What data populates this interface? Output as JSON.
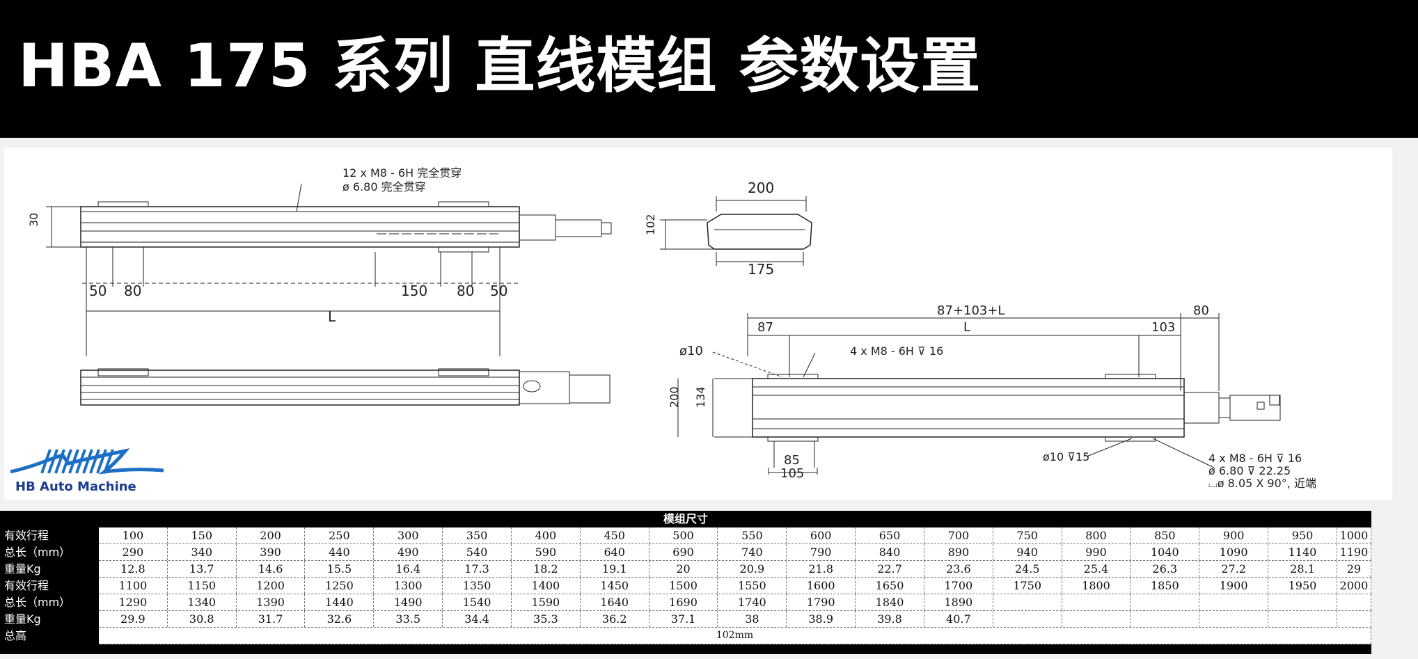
{
  "title": "HBA 175 系列 直线模组 参数设置",
  "drawing": {
    "top_view": {
      "note_line1": "12 x  M8 - 6H 完全贯穿",
      "note_line2": "ø 6.80 完全贯穿",
      "dim_height": "30",
      "dim_bottom": [
        "50",
        "80",
        "150",
        "80",
        "50"
      ],
      "dim_length": "L"
    },
    "end_view": {
      "dim_top": "200",
      "dim_height": "102",
      "dim_bottom": "175"
    },
    "detail_view": {
      "dim_total": "87+103+L",
      "dim_motor": "80",
      "dim_left": "87",
      "dim_L": "L",
      "dim_right": "103",
      "hole_left": "ø10",
      "holes_top": "4 x  M8 - 6H ⊽ 16",
      "dim_h1": "200",
      "dim_h2": "134",
      "dim_85": "85",
      "dim_105": "105",
      "hole_bottom": "ø10 ⊽15",
      "note_r1": "4 x  M8 - 6H ⊽ 16",
      "note_r2": "ø 6.80 ⊽ 22.25",
      "note_r3": "⌴ø 8.05 X 90°, 近端"
    }
  },
  "logo": {
    "text": "HB Auto Machine",
    "color": "#1b6fc4"
  },
  "table": {
    "title": "模组尺寸",
    "labels": [
      "有效行程",
      "总长（mm）",
      "重量Kg",
      "有效行程",
      "总长（mm）",
      "重量Kg",
      "总高"
    ],
    "rows": [
      [
        "100",
        "150",
        "200",
        "250",
        "300",
        "350",
        "400",
        "450",
        "500",
        "550",
        "600",
        "650",
        "700",
        "750",
        "800",
        "850",
        "900",
        "950",
        "1000"
      ],
      [
        "290",
        "340",
        "390",
        "440",
        "490",
        "540",
        "590",
        "640",
        "690",
        "740",
        "790",
        "840",
        "890",
        "940",
        "990",
        "1040",
        "1090",
        "1140",
        "1190"
      ],
      [
        "12.8",
        "13.7",
        "14.6",
        "15.5",
        "16.4",
        "17.3",
        "18.2",
        "19.1",
        "20",
        "20.9",
        "21.8",
        "22.7",
        "23.6",
        "24.5",
        "25.4",
        "26.3",
        "27.2",
        "28.1",
        "29"
      ],
      [
        "1100",
        "1150",
        "1200",
        "1250",
        "1300",
        "1350",
        "1400",
        "1450",
        "1500",
        "1550",
        "1600",
        "1650",
        "1700",
        "1750",
        "1800",
        "1850",
        "1900",
        "1950",
        "2000"
      ],
      [
        "1290",
        "1340",
        "1390",
        "1440",
        "1490",
        "1540",
        "1590",
        "1640",
        "1690",
        "1740",
        "1790",
        "1840",
        "1890",
        "",
        "",
        "",
        "",
        "",
        ""
      ],
      [
        "29.9",
        "30.8",
        "31.7",
        "32.6",
        "33.5",
        "34.4",
        "35.3",
        "36.2",
        "37.1",
        "38",
        "38.9",
        "39.8",
        "40.7",
        "",
        "",
        "",
        "",
        "",
        ""
      ]
    ],
    "total_height": "102mm"
  }
}
